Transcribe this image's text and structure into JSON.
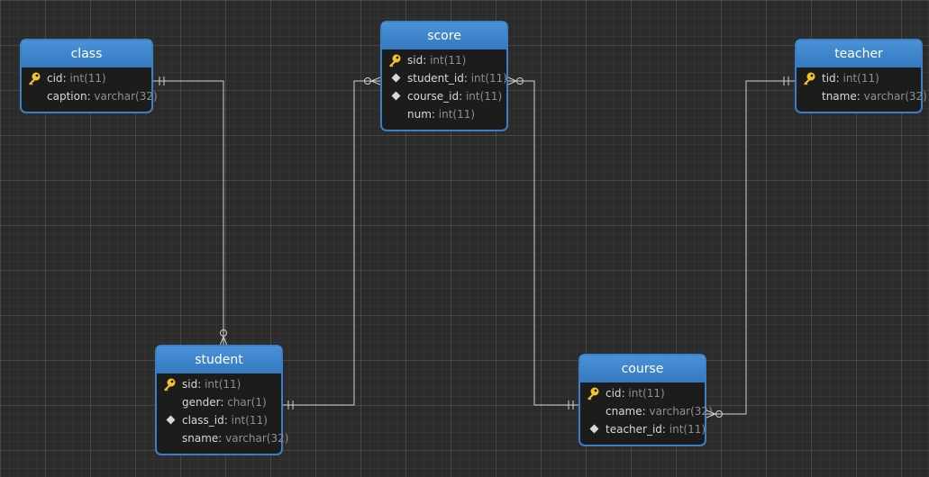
{
  "entities": {
    "class": {
      "name": "class",
      "fields": [
        {
          "name": "cid",
          "type": "int(11)",
          "key": "primary"
        },
        {
          "name": "caption",
          "type": "varchar(32)",
          "key": "none"
        }
      ]
    },
    "score": {
      "name": "score",
      "fields": [
        {
          "name": "sid",
          "type": "int(11)",
          "key": "primary"
        },
        {
          "name": "student_id",
          "type": "int(11)",
          "key": "foreign"
        },
        {
          "name": "course_id",
          "type": "int(11)",
          "key": "foreign"
        },
        {
          "name": "num",
          "type": "int(11)",
          "key": "none"
        }
      ]
    },
    "teacher": {
      "name": "teacher",
      "fields": [
        {
          "name": "tid",
          "type": "int(11)",
          "key": "primary"
        },
        {
          "name": "tname",
          "type": "varchar(32)",
          "key": "none"
        }
      ]
    },
    "student": {
      "name": "student",
      "fields": [
        {
          "name": "sid",
          "type": "int(11)",
          "key": "primary"
        },
        {
          "name": "gender",
          "type": "char(1)",
          "key": "none"
        },
        {
          "name": "class_id",
          "type": "int(11)",
          "key": "foreign"
        },
        {
          "name": "sname",
          "type": "varchar(32)",
          "key": "none"
        }
      ]
    },
    "course": {
      "name": "course",
      "fields": [
        {
          "name": "cid",
          "type": "int(11)",
          "key": "primary"
        },
        {
          "name": "cname",
          "type": "varchar(32)",
          "key": "none"
        },
        {
          "name": "teacher_id",
          "type": "int(11)",
          "key": "foreign"
        }
      ]
    }
  },
  "relationships": [
    {
      "id": "class-student",
      "from": "class",
      "from_end": "one-and-only-one",
      "to": "student",
      "to_end": "zero-or-many"
    },
    {
      "id": "student-score",
      "from": "student",
      "from_end": "one-and-only-one",
      "to": "score",
      "to_end": "zero-or-many"
    },
    {
      "id": "course-score",
      "from": "course",
      "from_end": "one-and-only-one",
      "to": "score",
      "to_end": "zero-or-many"
    },
    {
      "id": "teacher-course",
      "from": "teacher",
      "from_end": "one-and-only-one",
      "to": "course",
      "to_end": "zero-or-many"
    }
  ],
  "icons": {
    "primary": "key-icon",
    "foreign": "diamond-icon"
  },
  "colors": {
    "header": "#3d84cc",
    "border": "#3d7fc4",
    "body": "#1c1c1c",
    "key": "#f2c230",
    "line": "#d0d0d0"
  }
}
